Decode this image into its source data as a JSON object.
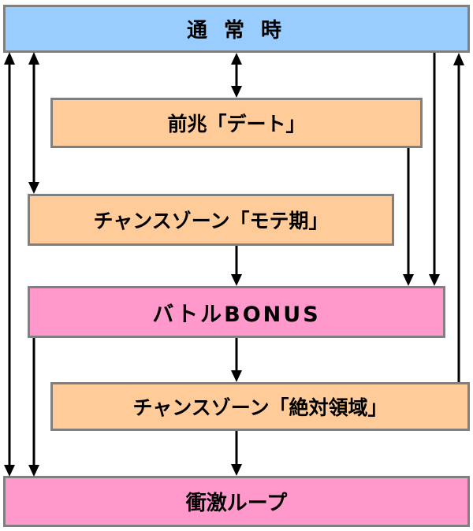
{
  "colors": {
    "blue": "#99ccff",
    "orange": "#ffcc99",
    "pink": "#ff99cc",
    "border": "#808080",
    "arrow": "#000000"
  },
  "nodes": {
    "normal": "通 常 時",
    "omen_date": "前兆「デート」",
    "chance_mote": "チャンスゾーン「モテ期」",
    "battle_bonus": "バトルBONUS",
    "chance_zettai": "チャンスゾーン「絶対領域」",
    "impact_loop": "衝激ループ"
  },
  "edges": [
    {
      "from": "normal",
      "to": "omen_date",
      "bidirectional": true
    },
    {
      "from": "normal",
      "to": "chance_mote",
      "bidirectional": true
    },
    {
      "from": "normal",
      "to": "impact_loop",
      "bidirectional": true
    },
    {
      "from": "normal",
      "to": "battle_bonus"
    },
    {
      "from": "omen_date",
      "to": "battle_bonus"
    },
    {
      "from": "chance_mote",
      "to": "battle_bonus"
    },
    {
      "from": "battle_bonus",
      "to": "chance_zettai"
    },
    {
      "from": "battle_bonus",
      "to": "impact_loop"
    },
    {
      "from": "chance_zettai",
      "to": "impact_loop"
    },
    {
      "from": "chance_zettai",
      "to": "normal"
    }
  ]
}
